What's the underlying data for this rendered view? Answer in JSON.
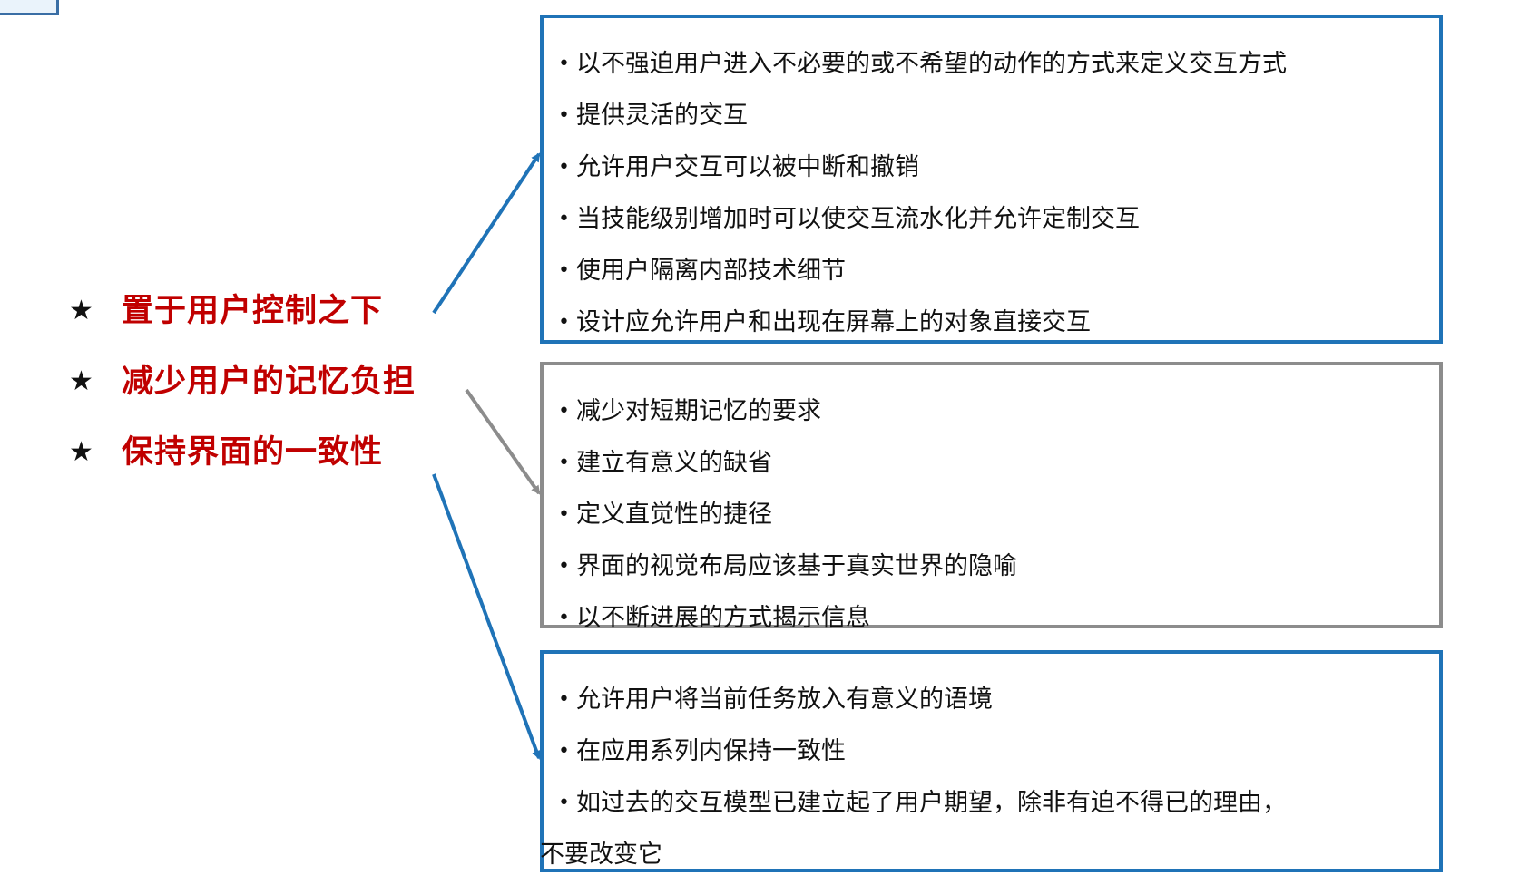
{
  "principles": [
    {
      "label": "置于用户控制之下",
      "star": "★"
    },
    {
      "label": "减少用户的记忆负担",
      "star": "★"
    },
    {
      "label": "保持界面的一致性",
      "star": "★"
    }
  ],
  "bullet_symbol": "•",
  "groups": [
    {
      "border_color": "#1f73b7",
      "items": [
        "以不强迫用户进入不必要的或不希望的动作的方式来定义交互方式",
        "提供灵活的交互",
        "允许用户交互可以被中断和撤销",
        "当技能级别增加时可以使交互流水化并允许定制交互",
        "使用户隔离内部技术细节",
        "设计应允许用户和出现在屏幕上的对象直接交互"
      ]
    },
    {
      "border_color": "#8c8c8c",
      "items": [
        "减少对短期记忆的要求",
        "建立有意义的缺省",
        "定义直觉性的捷径",
        "界面的视觉布局应该基于真实世界的隐喻",
        "以不断进展的方式揭示信息"
      ]
    },
    {
      "border_color": "#1f73b7",
      "items": [
        "允许用户将当前任务放入有意义的语境",
        "在应用系列内保持一致性",
        "如过去的交互模型已建立起了用户期望，除非有迫不得已的理由，",
        "不要改变它"
      ]
    }
  ],
  "colors": {
    "principle_text": "#c00000",
    "connector_blue": "#1f73b7",
    "connector_gray": "#8c8c8c"
  }
}
